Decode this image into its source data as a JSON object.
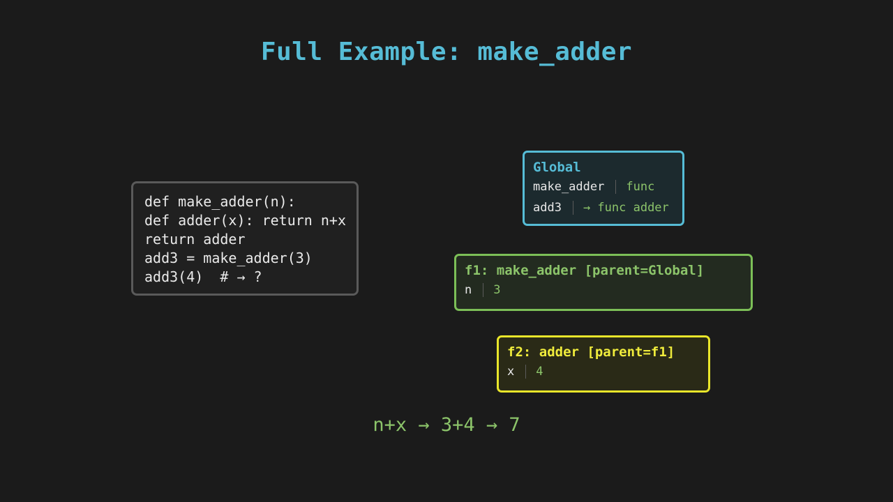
{
  "title": "Full Example: make_adder",
  "code": {
    "lines": [
      "def make_adder(n):",
      "def adder(x): return n+x",
      "return adder",
      "add3 = make_adder(3)",
      "add3(4)  # → ?"
    ]
  },
  "frames": {
    "global": {
      "title": "Global",
      "vars": [
        {
          "name": "make_adder",
          "value": "func"
        },
        {
          "name": "add3",
          "value": "→ func adder"
        }
      ]
    },
    "f1": {
      "title": "f1: make_adder [parent=Global]",
      "vars": [
        {
          "name": "n",
          "value": "3"
        }
      ]
    },
    "f2": {
      "title": "f2: adder [parent=f1]",
      "vars": [
        {
          "name": "x",
          "value": "4"
        }
      ]
    }
  },
  "result": "n+x → 3+4 → 7",
  "colors": {
    "background": "#1b1b1b",
    "title": "#56bcd6",
    "global_frame": "#56bcd6",
    "f1_frame": "#7cbf57",
    "f2_frame": "#e9e62a",
    "value_text": "#8cc46a"
  }
}
